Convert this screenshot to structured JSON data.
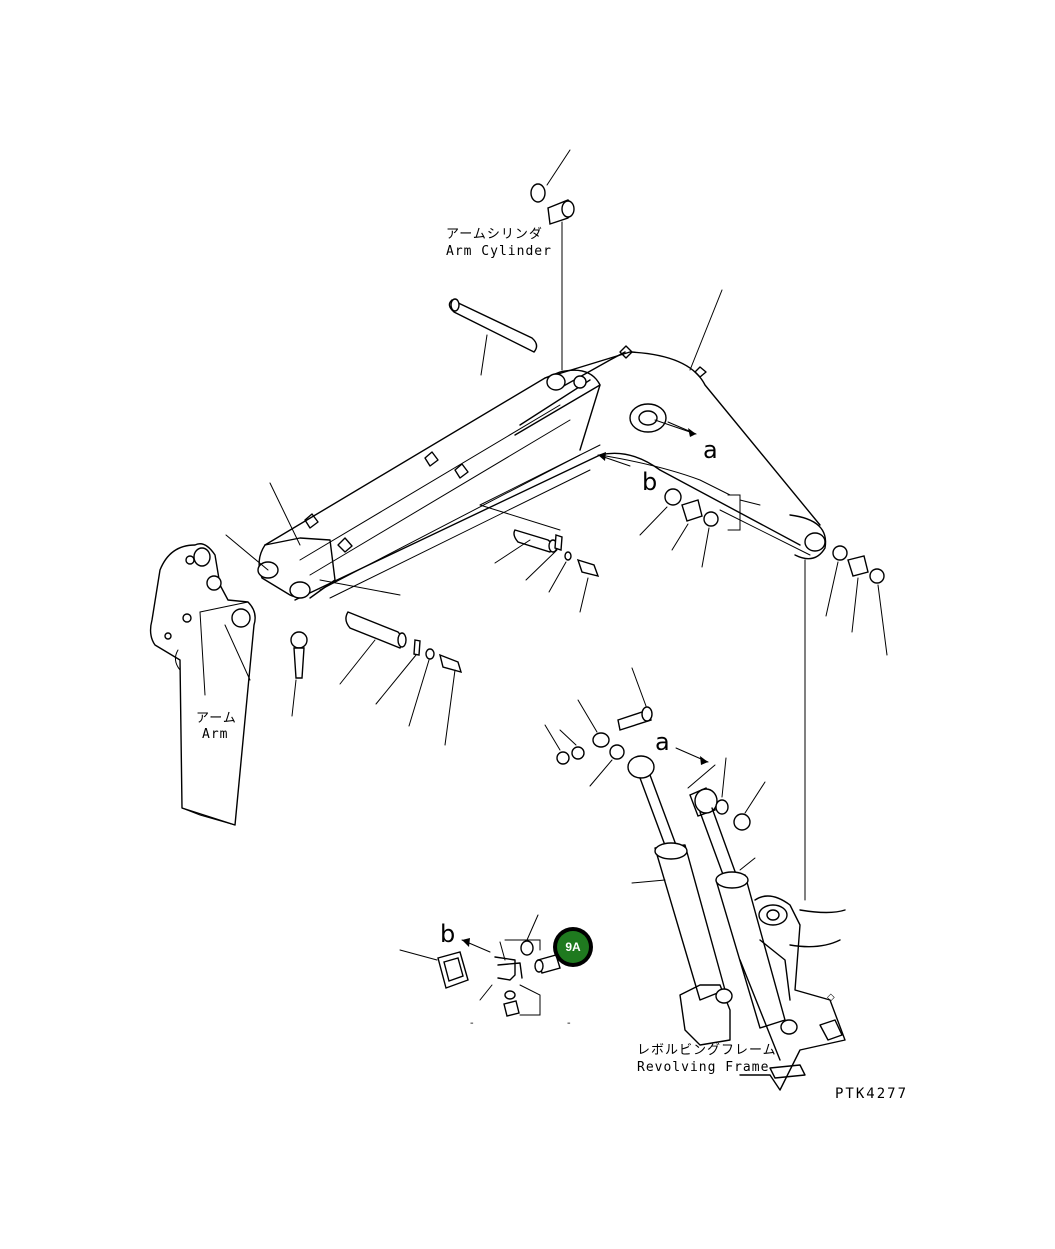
{
  "labels": {
    "arm_cylinder_jp": "アームシリンダ",
    "arm_cylinder_en": "Arm Cylinder",
    "arm_jp": "アーム",
    "arm_en": "Arm",
    "revolving_frame_jp": "レボルビングフレーム",
    "revolving_frame_en": "Revolving Frame"
  },
  "view_markers": {
    "a_top": "a",
    "b_top": "b",
    "a_lower": "a",
    "b_lower": "b"
  },
  "callout": {
    "badge": "9A",
    "color": "#1f7a1f"
  },
  "drawing_code": "PTK4277",
  "tick_marks": {
    "left": "-",
    "right": "-"
  }
}
